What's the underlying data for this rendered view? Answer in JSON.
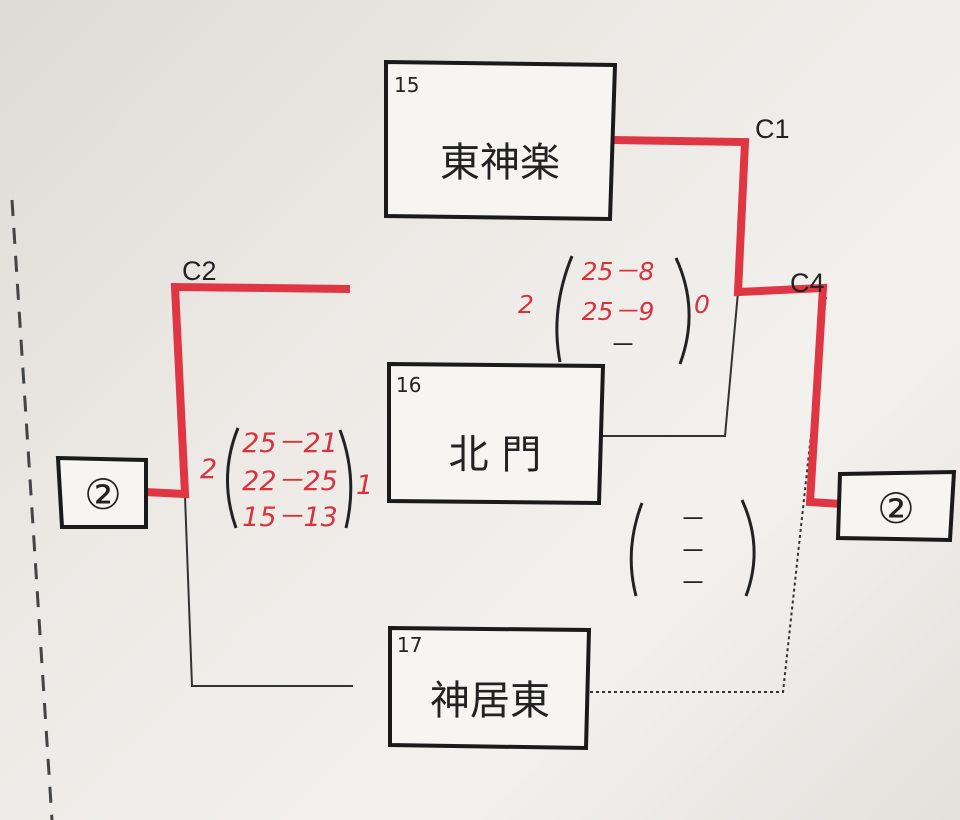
{
  "teams": [
    {
      "number": "15",
      "name": "東神楽"
    },
    {
      "number": "16",
      "name": "北 門"
    },
    {
      "number": "17",
      "name": "神居東"
    }
  ],
  "matches": {
    "c1": {
      "label": "C1",
      "winner_sets": "2",
      "loser_sets": "0",
      "sets": [
        "25－8",
        "25－9",
        "－"
      ]
    },
    "c2": {
      "label": "C2",
      "winner_sets": "2",
      "loser_sets": "1",
      "sets": [
        "25－21",
        "22－25",
        "15－13"
      ]
    },
    "c4": {
      "label": "C4",
      "sets": [
        "－",
        "－",
        "－"
      ]
    }
  },
  "seeds": {
    "left": "②",
    "right": "②"
  },
  "colors": {
    "winner_line": "#e03542",
    "score_ink": "#d8323c",
    "line": "#333333"
  }
}
